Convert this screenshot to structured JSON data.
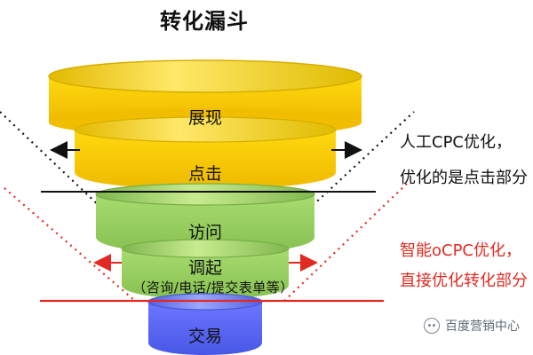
{
  "diagram": {
    "title": "转化漏斗",
    "stages": [
      {
        "label": "展现"
      },
      {
        "label": "点击"
      },
      {
        "label": "访问"
      },
      {
        "label": "调起",
        "sublabel": "（咨询/电话/提交表单等）"
      },
      {
        "label": "交易"
      }
    ],
    "annotations": [
      {
        "line1": "人工CPC优化，",
        "line2": "优化的是点击部分",
        "color": "#111111"
      },
      {
        "line1": "智能oCPC优化，",
        "line2": "直接优化转化部分",
        "color": "#e12b22"
      }
    ],
    "watermark": "百度营销中心",
    "colors": {
      "top_tier": "#f5d10a",
      "middle_tier": "#9bd26b",
      "bottom_tier": "#5a67f0",
      "black_guides": "#111111",
      "red_guides": "#e12b22"
    },
    "icons": [
      "left-arrow-icon",
      "right-arrow-icon",
      "wechat-icon"
    ]
  }
}
